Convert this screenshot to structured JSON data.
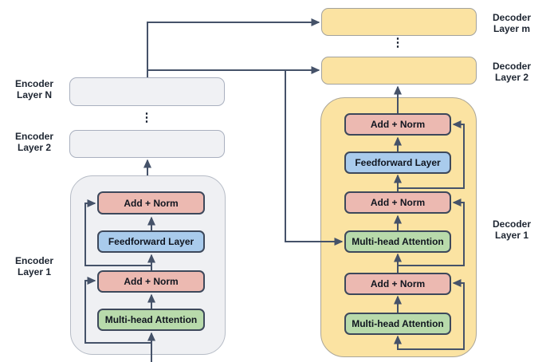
{
  "colors": {
    "pink": "#ecb9b1",
    "blue": "#a9cbec",
    "green": "#b8daab",
    "yellow": "#fbe3a2",
    "gray_container": "#eff0f3",
    "gray_box": "#f0f1f4",
    "line": "#455269",
    "inner_border": "#3d485b",
    "text": "#10151f"
  },
  "encoder": {
    "labels": {
      "layer_n": "Encoder\nLayer N",
      "layer_2": "Encoder\nLayer 2",
      "layer_1": "Encoder\nLayer 1"
    },
    "dots": "⋮",
    "layer1_blocks": {
      "add_norm_top": "Add + Norm",
      "feedforward": "Feedforward Layer",
      "add_norm_mid": "Add + Norm",
      "attention": "Multi-head Attention"
    }
  },
  "decoder": {
    "labels": {
      "layer_m": "Decoder\nLayer m",
      "layer_2": "Decoder\nLayer 2",
      "layer_1": "Decoder\nLayer 1"
    },
    "dots": "⋮",
    "layer1_blocks": {
      "add_norm_top": "Add + Norm",
      "feedforward": "Feedforward Layer",
      "add_norm_mid": "Add + Norm",
      "cross_attention": "Multi-head Attention",
      "add_norm_bottom": "Add + Norm",
      "self_attention": "Multi-head Attention"
    }
  }
}
